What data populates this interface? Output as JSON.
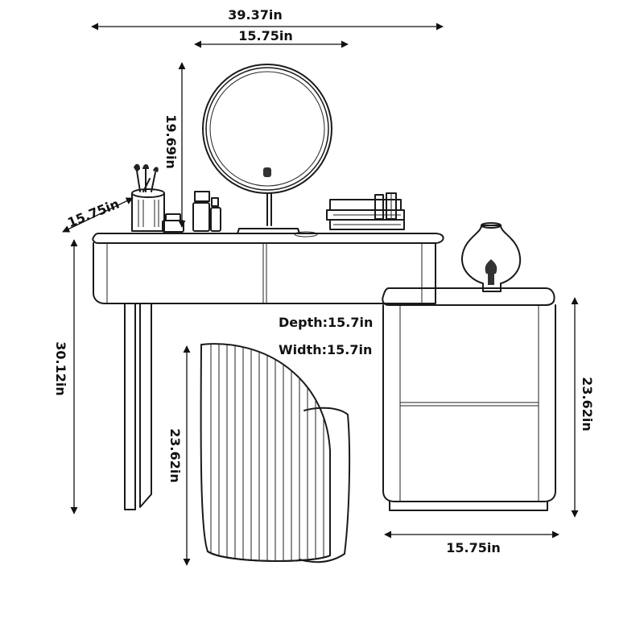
{
  "dimensions": {
    "total_width": "39.37in",
    "mirror_width": "15.75in",
    "mirror_height": "19.69in",
    "table_depth": "15.75in",
    "table_height": "30.12in",
    "stool_depth": "Depth:15.7in",
    "stool_width": "Width:15.7in",
    "stool_height": "23.62in",
    "cabinet_height": "23.62in",
    "cabinet_width": "15.75in"
  },
  "colors": {
    "line": "#1a1a1a",
    "background": "#ffffff"
  }
}
